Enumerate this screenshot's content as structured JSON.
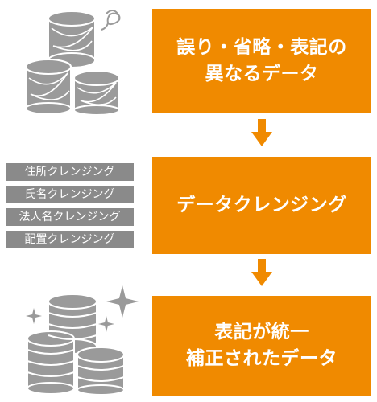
{
  "colors": {
    "accent": "#f08a00",
    "tag_bg": "#8a8a8a",
    "illustration": "#9a9a9a"
  },
  "steps": [
    {
      "label": "誤り・省略・表記の\n異なるデータ"
    },
    {
      "label": "データクレンジング"
    },
    {
      "label": "表記が統一\n補正されたデータ"
    }
  ],
  "tags": [
    {
      "label": "住所クレンジング"
    },
    {
      "label": "氏名クレンジング"
    },
    {
      "label": "法人名クレンジング"
    },
    {
      "label": "配置クレンジング"
    }
  ],
  "icons": {
    "messy": "messy-data-cylinders-icon",
    "clean": "clean-data-cylinders-icon",
    "arrow": "down-arrow-icon"
  }
}
